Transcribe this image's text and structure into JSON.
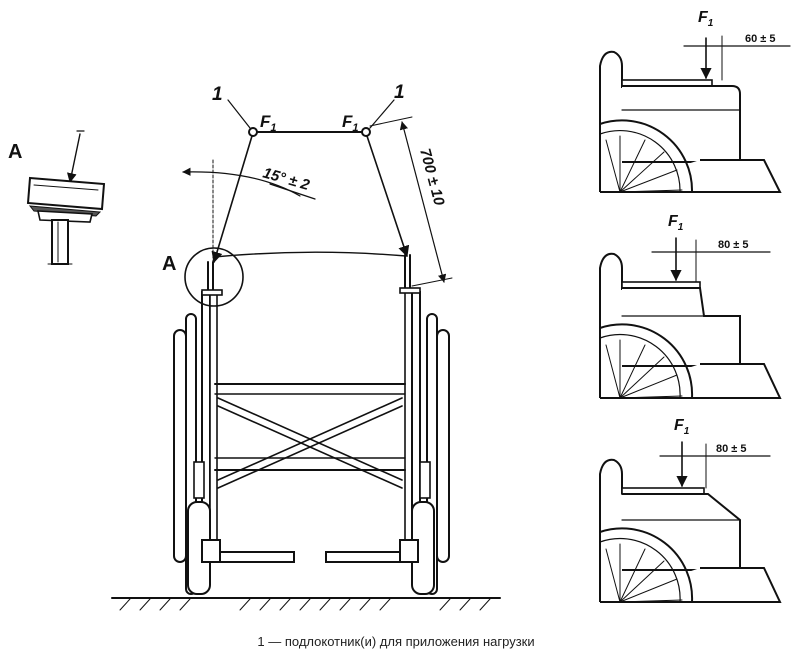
{
  "detail": {
    "label": "A"
  },
  "main": {
    "detail_label": "A",
    "point_number": "1",
    "force_label": "F",
    "force_subscript": "1",
    "angle_label": "15° ± 2",
    "length_label": "700 ± 10"
  },
  "side_views": [
    {
      "force_label": "F",
      "force_subscript": "1",
      "dimension": "60 ± 5"
    },
    {
      "force_label": "F",
      "force_subscript": "1",
      "dimension": "80 ± 5"
    },
    {
      "force_label": "F",
      "force_subscript": "1",
      "dimension": "80 ± 5"
    }
  ],
  "caption": {
    "text": "1 — подлокотник(и) для приложения нагрузки"
  }
}
